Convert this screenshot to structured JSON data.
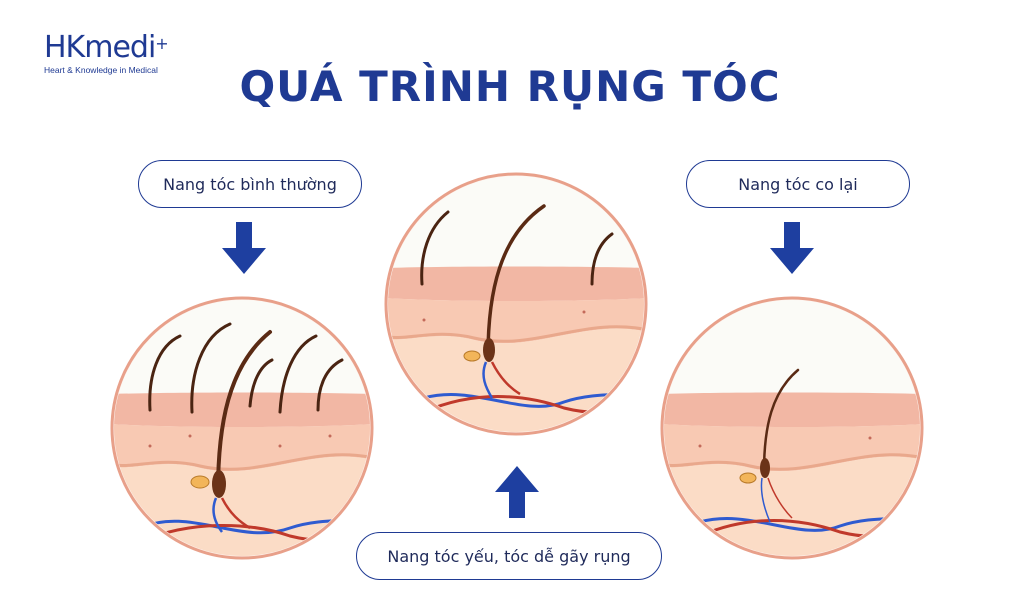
{
  "brand": {
    "name": "HKmedi",
    "plus": "+",
    "tagline": "Heart & Knowledge in Medical"
  },
  "title": "QUÁ TRÌNH RỤNG TÓC",
  "stages": [
    {
      "label": "Nang tóc bình thường"
    },
    {
      "label": "Nang tóc yếu, tóc dễ gãy rụng"
    },
    {
      "label": "Nang tóc co lại"
    }
  ],
  "colors": {
    "brand_blue": "#1f3a93",
    "arrow_blue": "#1e3fa0",
    "skin_surface": "#f2b7a4",
    "dermis": "#f9d4bd",
    "hair": "#5a2a14",
    "vein_blue": "#2f5bd0",
    "artery_red": "#c0392b"
  },
  "icons": [
    "arrow-down-icon",
    "arrow-down-icon",
    "arrow-up-icon"
  ]
}
